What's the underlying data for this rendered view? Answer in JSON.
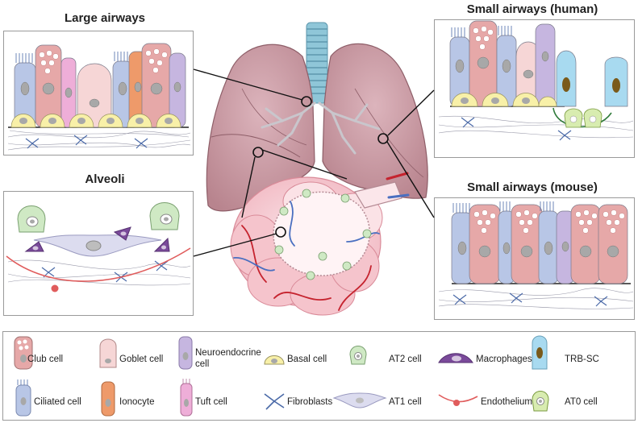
{
  "titles": {
    "large_airways": "Large airways",
    "alveoli": "Alveoli",
    "small_human": "Small airways (human)",
    "small_mouse": "Small airways (mouse)"
  },
  "legend": {
    "club": "Club cell",
    "goblet": "Goblet cell",
    "neuro_line1": "Neuroendocrine",
    "neuro_line2": "cell",
    "basal": "Basal cell",
    "at2": "AT2 cell",
    "macro": "Macrophages",
    "trbsc": "TRB-SC",
    "ciliated": "Ciliated cell",
    "ionocyte": "Ionocyte",
    "tuft": "Tuft cell",
    "fibro": "Fibroblasts",
    "at1": "AT1 cell",
    "endo": "Endothelium",
    "at0": "AT0 cell"
  },
  "colors": {
    "club": "#e6a8a8",
    "ciliated": "#b8c6e6",
    "goblet": "#f6d6d6",
    "neuro": "#c6b6e0",
    "basal": "#f8f0a8",
    "ionocyte": "#ee9a6a",
    "tuft": "#eeaed8",
    "at2": "#cfe9c4",
    "macro": "#7a4a9a",
    "trbsc": "#a8daf0",
    "at0": "#d8ecb0",
    "lung": "#c99aa4",
    "endothelium": "#e05c5c"
  }
}
